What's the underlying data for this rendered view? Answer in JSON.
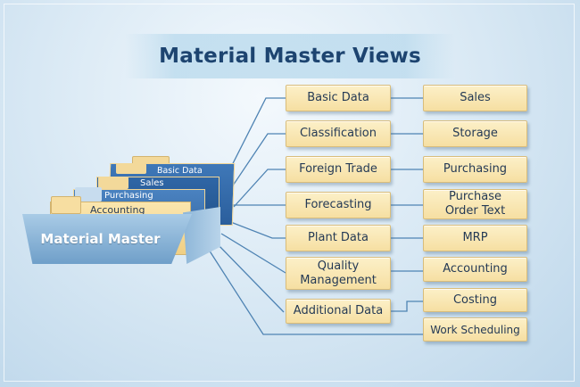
{
  "title": "Material Master Views",
  "folder": {
    "label": "Material Master",
    "tabs": [
      "Basic Data",
      "Sales",
      "Purchasing",
      "Accounting"
    ]
  },
  "left_column": [
    {
      "label": "Basic Data"
    },
    {
      "label": "Classification"
    },
    {
      "label": "Foreign Trade"
    },
    {
      "label": "Forecasting"
    },
    {
      "label": "Plant Data"
    },
    {
      "label": "Quality Management"
    },
    {
      "label": "Additional Data"
    }
  ],
  "right_column": [
    {
      "label": "Sales"
    },
    {
      "label": "Storage"
    },
    {
      "label": "Purchasing"
    },
    {
      "label": "Purchase Order Text"
    },
    {
      "label": "MRP"
    },
    {
      "label": "Accounting"
    },
    {
      "label": "Costing"
    },
    {
      "label": "Work Scheduling"
    }
  ],
  "colors": {
    "title": "#1d4470",
    "box_fill": "#f8e6b0",
    "box_border": "#d9bd7b",
    "connector": "#4e83b3",
    "folder_blue": "#6f9fc9",
    "card_blue": "#2f66a6"
  }
}
